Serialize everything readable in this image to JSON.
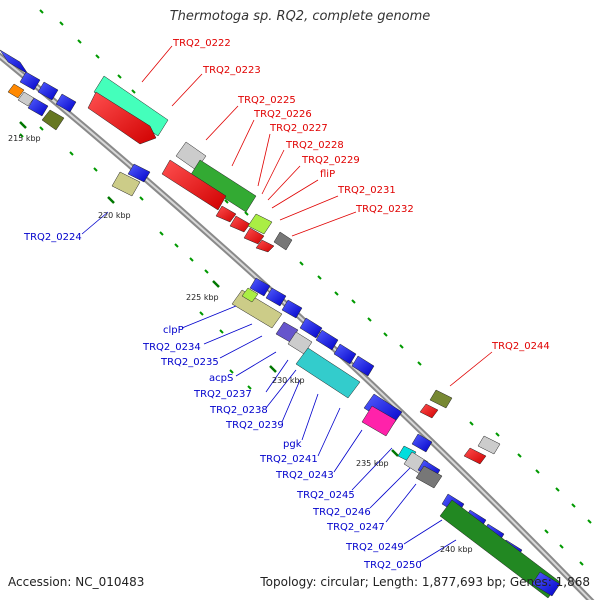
{
  "title": "Thermotoga sp. RQ2, complete genome",
  "footer": {
    "accession": "Accession: NC_010483",
    "topology": "Topology: circular; Length: 1,877,693 bp; Genes: 1,868"
  },
  "colors": {
    "forward_label": "#e00000",
    "reverse_label": "#0000cc",
    "cds_forward": "#ff0000",
    "cds_reverse": "#0000ee",
    "backbone": "#999999",
    "tick": "#008800"
  },
  "kbp_ticks": [
    "215 kbp",
    "220 kbp",
    "225 kbp",
    "230 kbp",
    "235 kbp",
    "240 kbp"
  ],
  "forward_labels": [
    "TRQ2_0222",
    "TRQ2_0223",
    "TRQ2_0225",
    "TRQ2_0226",
    "TRQ2_0227",
    "TRQ2_0228",
    "TRQ2_0229",
    "fliP",
    "TRQ2_0231",
    "TRQ2_0232",
    "TRQ2_0244"
  ],
  "reverse_labels": [
    "TRQ2_0224",
    "clpP",
    "TRQ2_0234",
    "TRQ2_0235",
    "acpS",
    "TRQ2_0237",
    "TRQ2_0238",
    "TRQ2_0239",
    "pgk",
    "TRQ2_0241",
    "TRQ2_0243",
    "TRQ2_0245",
    "TRQ2_0246",
    "TRQ2_0247",
    "TRQ2_0249",
    "TRQ2_0250"
  ]
}
